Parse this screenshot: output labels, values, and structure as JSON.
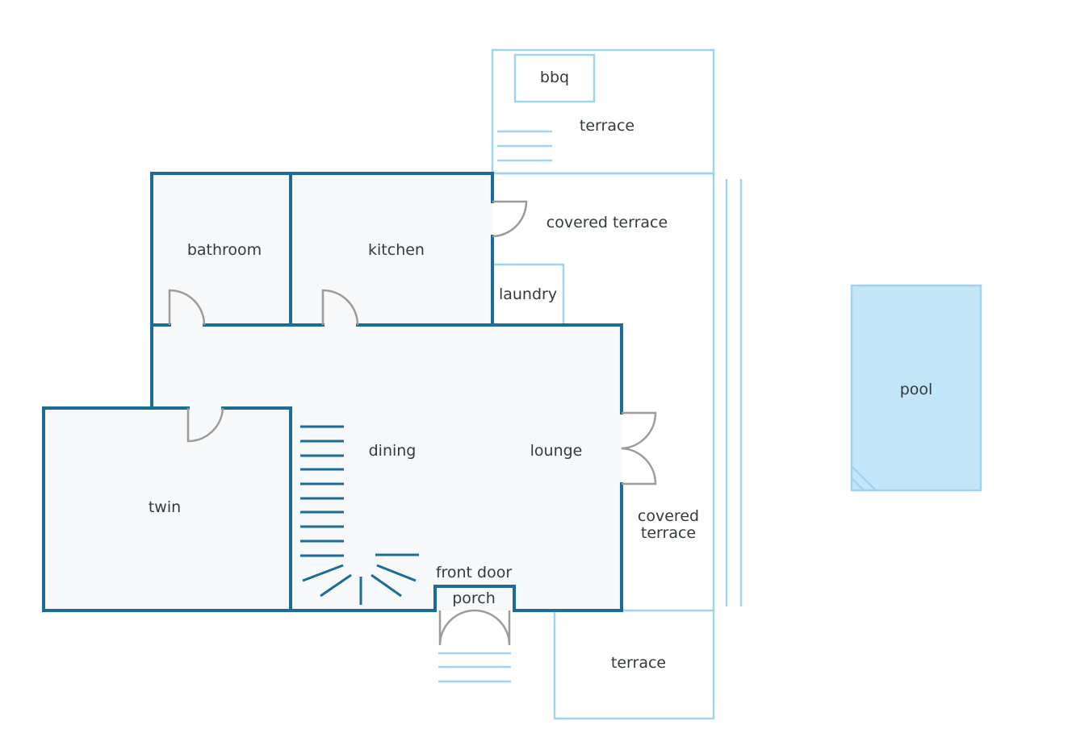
{
  "floorplan": {
    "rooms": {
      "bbq": "bbq",
      "terrace_top": "terrace",
      "covered_terrace_top": "covered terrace",
      "bathroom": "bathroom",
      "kitchen": "kitchen",
      "laundry": "laundry",
      "dining": "dining",
      "lounge": "lounge",
      "twin": "twin",
      "covered_terrace_side_line1": "covered",
      "covered_terrace_side_line2": "terrace",
      "front_door": "front door",
      "porch": "porch",
      "terrace_bottom": "terrace",
      "pool": "pool"
    },
    "colors": {
      "wall": "#1b6d97",
      "outdoor_outline": "#9fd3ef",
      "pool_fill": "#c3e5f8",
      "door": "#9b9b9b",
      "floor": "#f6f8f9",
      "label": "#333a3e"
    }
  }
}
